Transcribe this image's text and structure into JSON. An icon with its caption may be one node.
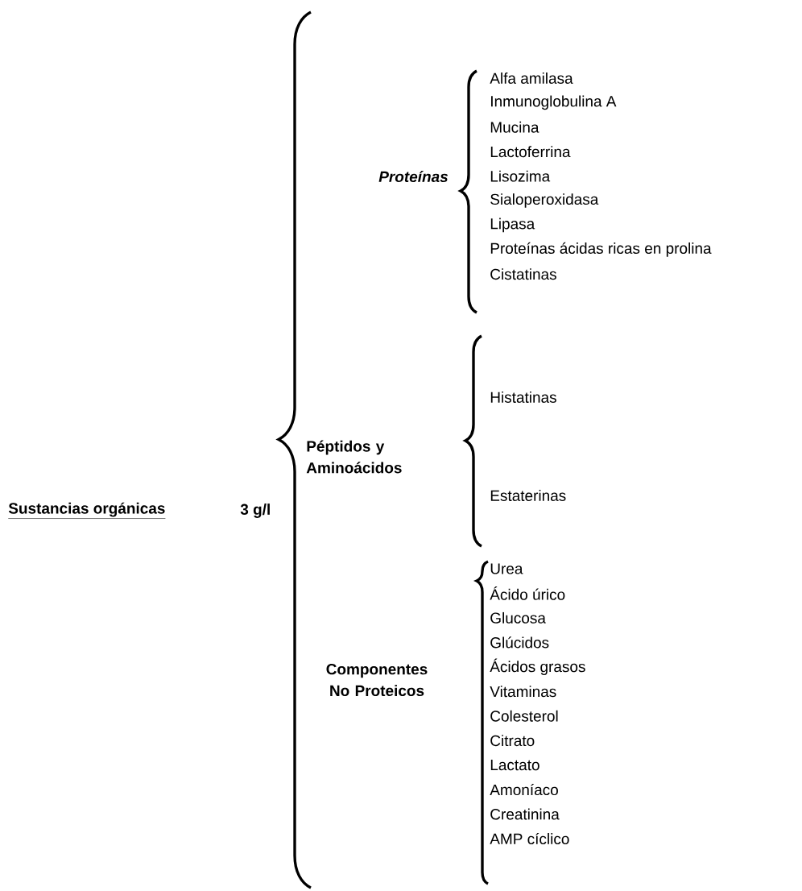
{
  "diagram": {
    "labels": [
      "Sustancias orgánicas",
      "3 g/l",
      "Proteínas",
      "Alfa amilasa",
      "Inmunoglobulina A",
      "Mucina",
      "Lactoferrina",
      "Lisozima",
      "Sialoperoxidasa",
      "Lipasa",
      "Proteínas ácidas ricas en prolina",
      "Cistatinas",
      "Péptidos y Aminoácidos",
      "Histatinas",
      "Estaterinas",
      "Componentes No Proteicos",
      "Urea",
      "Ácido úrico",
      "Glucosa",
      "Glúcidos",
      "Ácidos grasos",
      "Vitaminas",
      "Colesterol",
      "Citrato",
      "Lactato",
      "Amoníaco",
      "Creatinina",
      "AMP cíclico"
    ]
  }
}
